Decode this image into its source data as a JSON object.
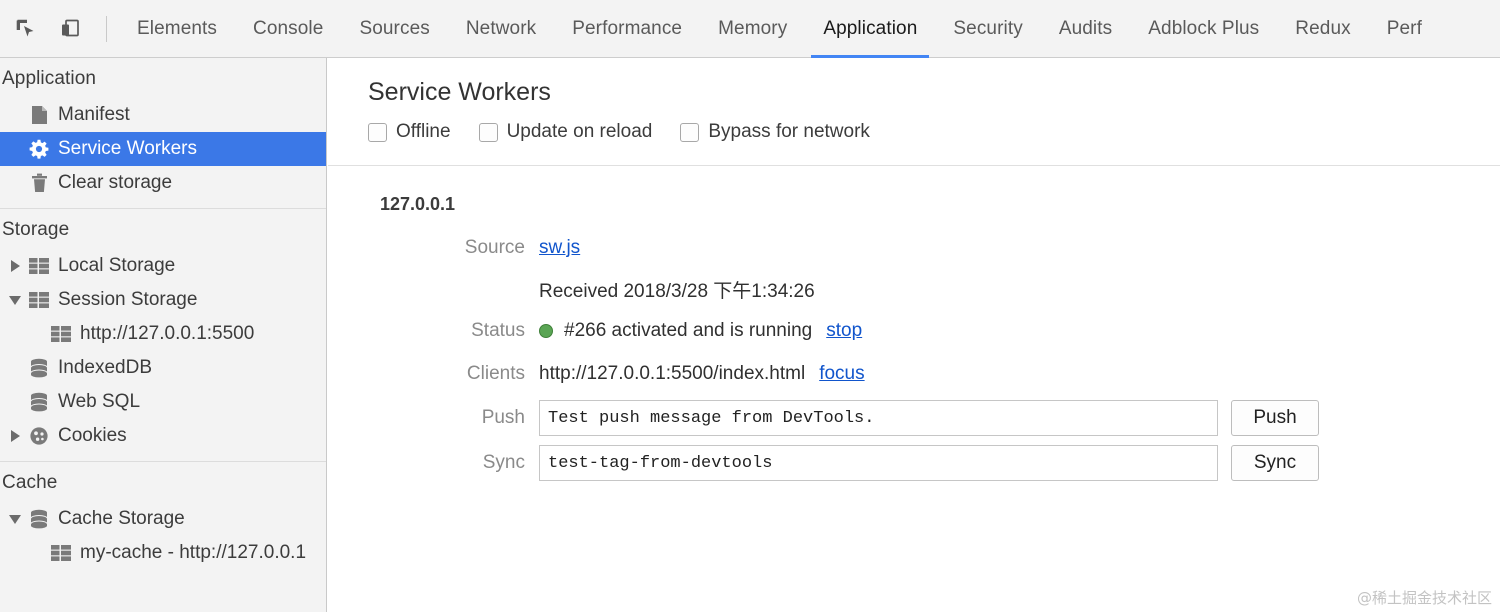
{
  "toolbar": {
    "inspect_icon": "inspect-element-icon",
    "device_icon": "device-toolbar-icon",
    "tabs": [
      {
        "label": "Elements",
        "active": false
      },
      {
        "label": "Console",
        "active": false
      },
      {
        "label": "Sources",
        "active": false
      },
      {
        "label": "Network",
        "active": false
      },
      {
        "label": "Performance",
        "active": false
      },
      {
        "label": "Memory",
        "active": false
      },
      {
        "label": "Application",
        "active": true
      },
      {
        "label": "Security",
        "active": false
      },
      {
        "label": "Audits",
        "active": false
      },
      {
        "label": "Adblock Plus",
        "active": false
      },
      {
        "label": "Redux",
        "active": false
      },
      {
        "label": "Perf",
        "active": false
      }
    ],
    "active_tab": "Application",
    "accent_color": "#4285f4"
  },
  "sidebar": {
    "sections": [
      {
        "title": "Application",
        "items": [
          {
            "label": "Manifest",
            "icon": "manifest-file-icon",
            "indent": 1,
            "twisty": "none",
            "selected": false
          },
          {
            "label": "Service Workers",
            "icon": "gear-icon",
            "indent": 1,
            "twisty": "none",
            "selected": true
          },
          {
            "label": "Clear storage",
            "icon": "trash-icon",
            "indent": 1,
            "twisty": "none",
            "selected": false
          }
        ]
      },
      {
        "title": "Storage",
        "items": [
          {
            "label": "Local Storage",
            "icon": "table-icon",
            "indent": 0,
            "twisty": "right",
            "selected": false
          },
          {
            "label": "Session Storage",
            "icon": "table-icon",
            "indent": 0,
            "twisty": "down",
            "selected": false
          },
          {
            "label": "http://127.0.0.1:5500",
            "icon": "table-icon",
            "indent": 2,
            "twisty": "none",
            "selected": false
          },
          {
            "label": "IndexedDB",
            "icon": "database-icon",
            "indent": 1,
            "twisty": "none",
            "selected": false
          },
          {
            "label": "Web SQL",
            "icon": "database-icon",
            "indent": 1,
            "twisty": "none",
            "selected": false
          },
          {
            "label": "Cookies",
            "icon": "cookie-icon",
            "indent": 0,
            "twisty": "right",
            "selected": false
          }
        ]
      },
      {
        "title": "Cache",
        "items": [
          {
            "label": "Cache Storage",
            "icon": "database-icon",
            "indent": 0,
            "twisty": "down",
            "selected": false
          },
          {
            "label": "my-cache - http://127.0.0.1",
            "icon": "table-icon",
            "indent": 2,
            "twisty": "none",
            "selected": false
          }
        ]
      }
    ],
    "selected_color": "#3b78e7"
  },
  "main": {
    "title": "Service Workers",
    "checkboxes": [
      {
        "label": "Offline",
        "checked": false
      },
      {
        "label": "Update on reload",
        "checked": false
      },
      {
        "label": "Bypass for network",
        "checked": false
      }
    ],
    "origin": "127.0.0.1",
    "rows": {
      "source_label": "Source",
      "source_link": "sw.js",
      "received_text": "Received 2018/3/28 下午1:34:26",
      "status_label": "Status",
      "status_text": "#266 activated and is running",
      "status_action": "stop",
      "status_color": "#5aa554",
      "clients_label": "Clients",
      "clients_value": "http://127.0.0.1:5500/index.html",
      "clients_action": "focus",
      "push_label": "Push",
      "push_value": "Test push message from DevTools.",
      "push_button": "Push",
      "sync_label": "Sync",
      "sync_value": "test-tag-from-devtools",
      "sync_button": "Sync"
    }
  },
  "watermark": "@稀土掘金技术社区"
}
